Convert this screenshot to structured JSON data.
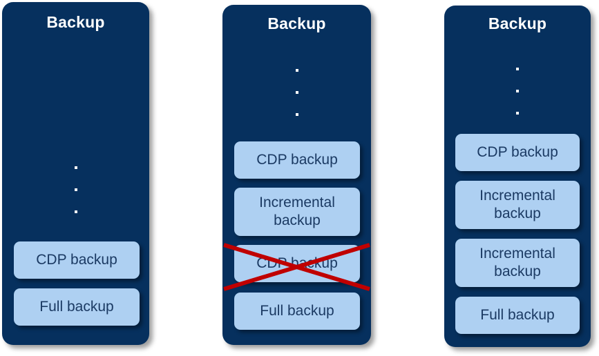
{
  "diagram": {
    "title_text": "Backup",
    "colors": {
      "panel_navy": "#06305e",
      "chip_light_blue": "#aed0f2",
      "chip_text": "#1b3a63",
      "title_text": "#ffffff",
      "cross_red": "#c00000",
      "page_background": "#ffffff"
    },
    "panels": [
      {
        "id": "panel-left",
        "title": "Backup",
        "ellipsis_dots": 3,
        "chips": [
          {
            "label": "CDP backup",
            "crossed_out": false
          },
          {
            "label": "Full backup",
            "crossed_out": false
          }
        ]
      },
      {
        "id": "panel-middle",
        "title": "Backup",
        "ellipsis_dots": 3,
        "chips": [
          {
            "label": "CDP backup",
            "crossed_out": false
          },
          {
            "label": "Incremental backup",
            "crossed_out": false
          },
          {
            "label": "CDP backup",
            "crossed_out": true
          },
          {
            "label": "Full backup",
            "crossed_out": false
          }
        ]
      },
      {
        "id": "panel-right",
        "title": "Backup",
        "ellipsis_dots": 3,
        "chips": [
          {
            "label": "CDP backup",
            "crossed_out": false
          },
          {
            "label": "Incremental backup",
            "crossed_out": false
          },
          {
            "label": "Incremental backup",
            "crossed_out": false
          },
          {
            "label": "Full backup",
            "crossed_out": false
          }
        ]
      }
    ]
  }
}
